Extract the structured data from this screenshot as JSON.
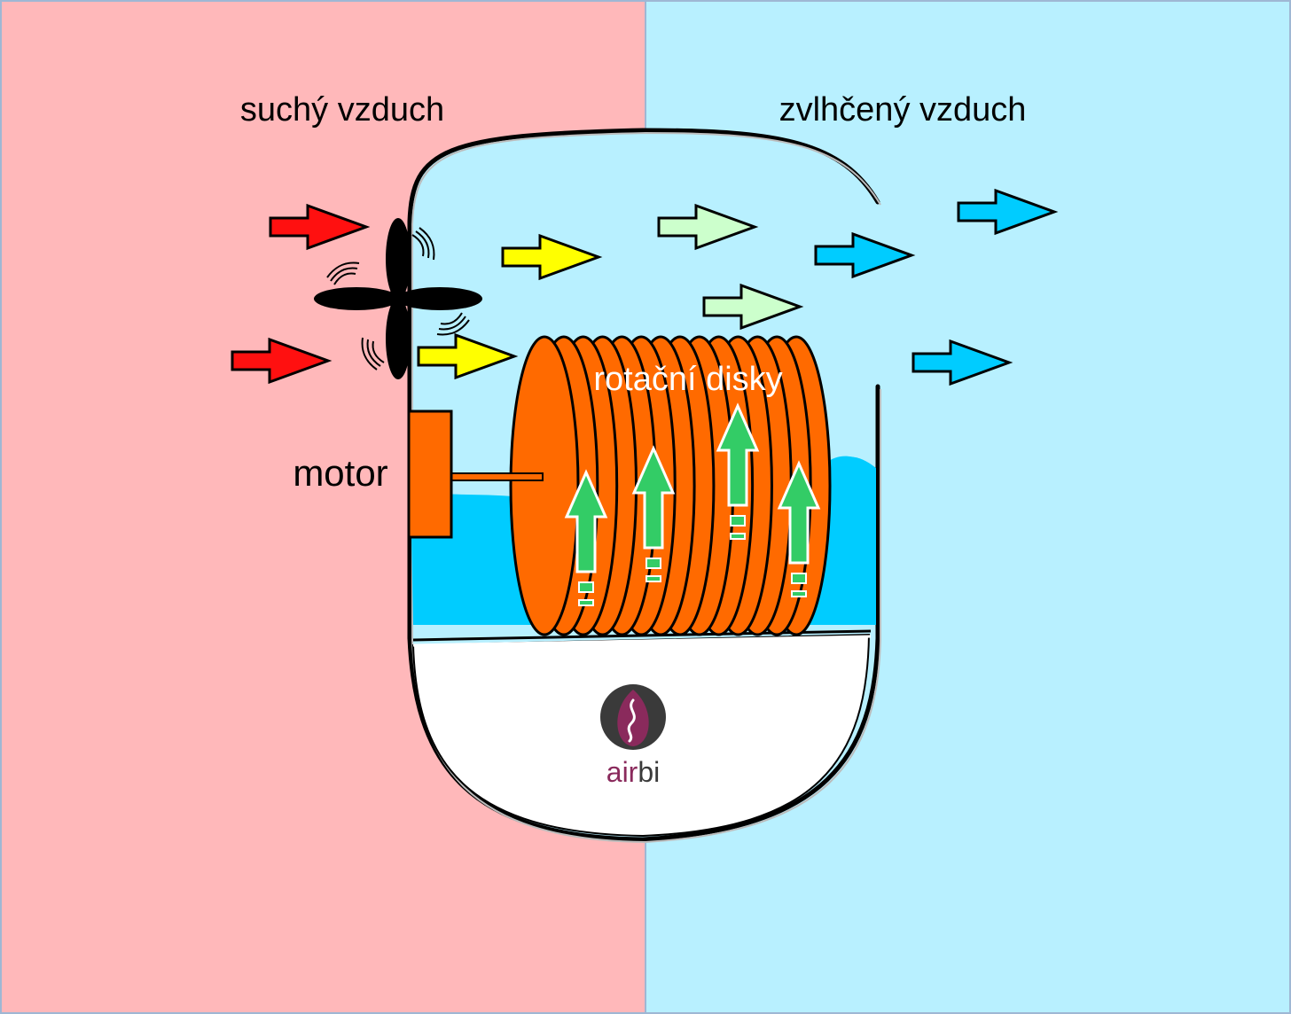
{
  "labels": {
    "dry_air": "suchý vzduch",
    "humid_air": "zvlhčený vzduch",
    "motor": "motor",
    "discs": "rotační disky"
  },
  "logo": {
    "text_part1": "air",
    "text_part2": "bi"
  },
  "colors": {
    "dry_zone": "#ffb8ba",
    "humid_zone": "#b8f0ff",
    "water": "#00ccff",
    "disc": "#ff6a00",
    "arrow_dry": "#ff1010",
    "arrow_warm": "#ffff00",
    "arrow_mid": "#ccffcc",
    "arrow_humid": "#00ccff",
    "arrow_up": "#33cc66",
    "logo_purple": "#8a2a5c"
  }
}
